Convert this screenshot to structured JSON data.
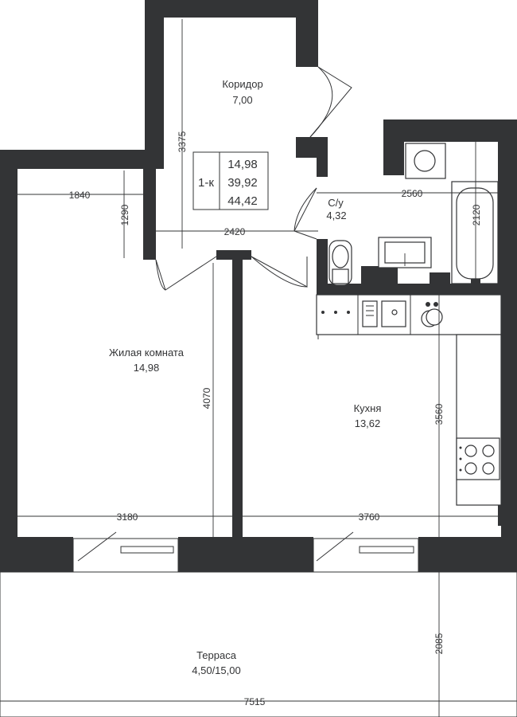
{
  "rooms": {
    "corridor": {
      "name": "Коридор",
      "area": "7,00"
    },
    "bathroom": {
      "name": "С/у",
      "area": "4,32"
    },
    "living": {
      "name": "Жилая комната",
      "area": "14,98"
    },
    "kitchen": {
      "name": "Кухня",
      "area": "13,62"
    },
    "terrace": {
      "name": "Терраса",
      "area": "4,50/15,00"
    }
  },
  "summary": {
    "type": "1-к",
    "living_area": "14,98",
    "total_area": "39,92",
    "total_with_terrace": "44,42"
  },
  "dimensions": {
    "d3375": "3375",
    "d1840": "1840",
    "d1290": "1290",
    "d2420": "2420",
    "d2560": "2560",
    "d2120": "2120",
    "d4070": "4070",
    "d3560": "3560",
    "d3180": "3180",
    "d3760": "3760",
    "d2085": "2085",
    "d7515": "7515"
  },
  "colors": {
    "wall": "#333436",
    "background": "#ffffff"
  }
}
